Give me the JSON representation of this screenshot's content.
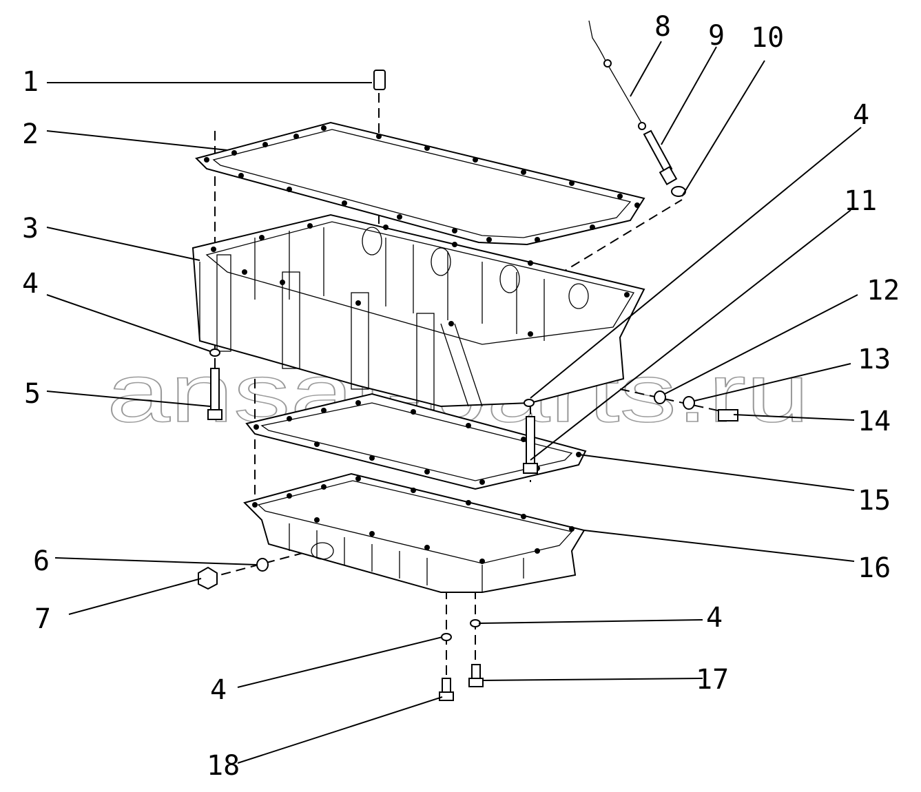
{
  "watermark": "ansat-parts.ru",
  "callouts": [
    "1",
    "2",
    "3",
    "4",
    "5",
    "6",
    "7",
    "8",
    "9",
    "10",
    "4",
    "11",
    "12",
    "13",
    "14",
    "15",
    "16",
    "4",
    "17",
    "4",
    "18"
  ]
}
